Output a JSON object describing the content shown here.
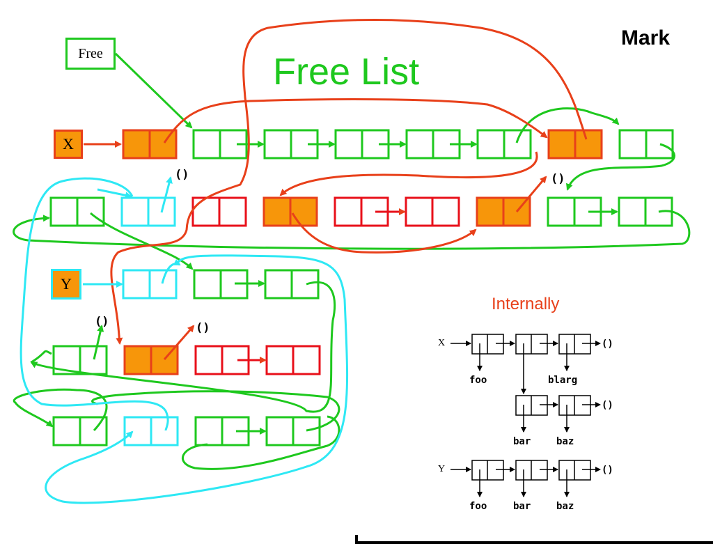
{
  "header": {
    "title": "Free List",
    "mark": "Mark"
  },
  "roots": {
    "free": "Free",
    "x": "X",
    "y": "Y"
  },
  "nil": "()",
  "internally": {
    "title": "Internally",
    "x_label": "X",
    "y_label": "Y",
    "x_row_cars": [
      "foo",
      "blarg"
    ],
    "x_sub_cars": [
      "bar",
      "baz"
    ],
    "y_row_cars": [
      "foo",
      "bar",
      "baz"
    ],
    "nil": "()"
  },
  "colors": {
    "free": "#1ec81e",
    "marked": "#e8401a",
    "marked_fill": "#f7960a",
    "reachable_y": "#2ee8f4",
    "unmarked": "#e8101a"
  }
}
